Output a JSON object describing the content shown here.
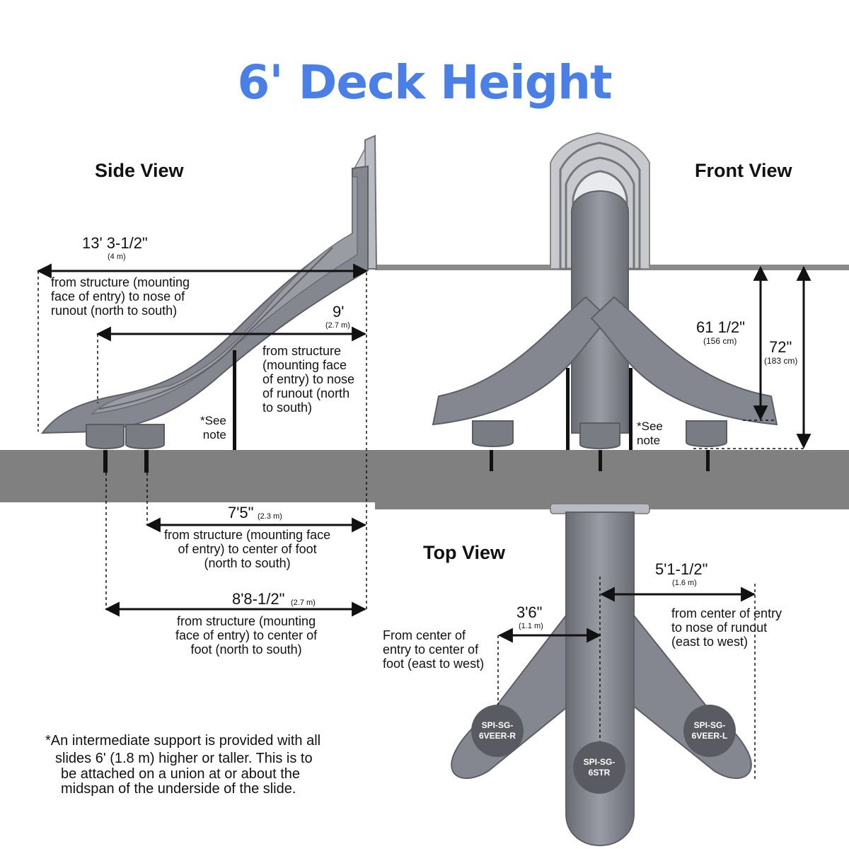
{
  "title": "6' Deck Height",
  "views": {
    "side": "Side View",
    "front": "Front View",
    "top": "Top View"
  },
  "side_dims": {
    "overall": {
      "value": "13' 3-1/2\"",
      "metric": "(4 m)",
      "desc": "from structure (mounting\nface of entry) to nose of\nrunout (north to south)"
    },
    "nine": {
      "value": "9'",
      "metric": "(2.7 m)",
      "desc": "from structure\n(mounting face\nof entry) to nose\nof runout (north\nto south)"
    },
    "seven": {
      "value": "7'5\"",
      "metric": "(2.3 m)",
      "desc": "from structure (mounting face\nof entry) to center of foot\n(north to south)"
    },
    "eight": {
      "value": "8'8-1/2\"",
      "metric": "(2.7 m)",
      "desc": "from structure (mounting\nface of entry) to center of\nfoot (north to south)"
    },
    "see_note": "*See\nnote"
  },
  "front_dims": {
    "inner": {
      "value": "61 1/2\"",
      "metric": "(156 cm)"
    },
    "outer": {
      "value": "72\"",
      "metric": "(183 cm)"
    },
    "see_note": "*See\nnote"
  },
  "top_dims": {
    "foot": {
      "value": "3'6\"",
      "metric": "(1.1 m)",
      "desc": "From center of\nentry to center of\nfoot (east to west)"
    },
    "nose": {
      "value": "5'1-1/2\"",
      "metric": "(1.6 m)",
      "desc": "from center of entry\nto nose of runout\n(east to west)"
    }
  },
  "models": {
    "right": "SPI-SG-\n6VEER-R",
    "straight": "SPI-SG-\n6STR",
    "left": "SPI-SG-\n6VEER-L"
  },
  "note": {
    "star": "*",
    "line1": "An intermediate support is provided with all",
    "line2": "slides 6' (1.8 m) higher or taller. This is to",
    "line3": "be attached on a union at or about the",
    "line4": "midspan of the underside of the slide."
  },
  "colors": {
    "title": "#4a7fe8",
    "slide": "#7d7f88",
    "slide_dark": "#5f6169",
    "ground": "#808080",
    "badge": "#5a5b62"
  }
}
